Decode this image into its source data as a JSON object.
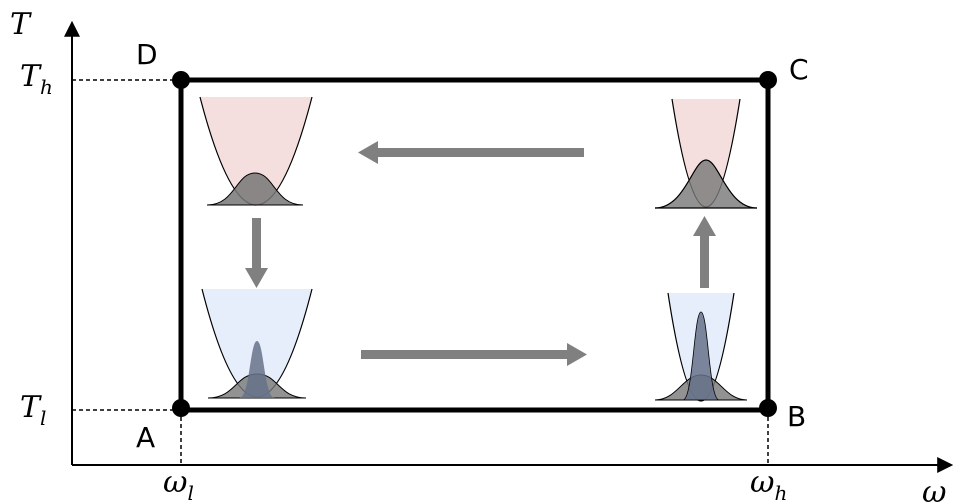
{
  "axes": {
    "y_label": "T",
    "x_label": "ω",
    "y_ticks": {
      "high_base": "T",
      "high_sub": "h",
      "low_base": "T",
      "low_sub": "l"
    },
    "x_ticks": {
      "low_base": "ω",
      "low_sub": "l",
      "high_base": "ω",
      "high_sub": "h"
    }
  },
  "corners": {
    "A": "A",
    "B": "B",
    "C": "C",
    "D": "D"
  },
  "colors": {
    "cycle_edge": "#000000",
    "arrow": "#808080",
    "hot_fill": "#f4dede",
    "cold_fill": "#e6eefb",
    "wave_fill": "#777777",
    "narrow_wave_fill": "#66728a"
  },
  "icons": {
    "D": "wide-hot-potential-icon",
    "C": "narrow-hot-potential-icon",
    "A": "wide-cold-potential-icon",
    "B": "narrow-cold-potential-icon"
  }
}
